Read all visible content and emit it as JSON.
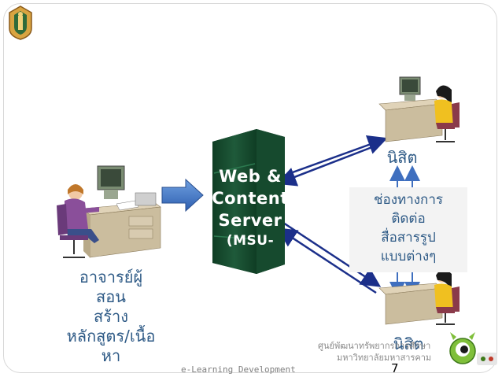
{
  "server": {
    "line1": "Web &",
    "line2": "Content",
    "line3": "Server",
    "line4": "(MSU-"
  },
  "teacher": {
    "lines": [
      "อาจารย์ผู้",
      "สอน",
      "สร้าง",
      "หลักสูตร/เนื้อ",
      "หา"
    ]
  },
  "students": {
    "top": "นิสิต",
    "bottom": "นิสิต"
  },
  "channel": {
    "lines": [
      "ช่องทางการ",
      "ติดต่อ",
      "สื่อสารรูป",
      "แบบต่างๆ"
    ]
  },
  "footer": {
    "text": "e-Learning Development",
    "page": "7",
    "org_line1": "ศูนย์พัฒนาทรัพยากรการศึกษา",
    "org_line2": "มหาวิทยาลัยมหาสารคาม"
  },
  "colors": {
    "server": "#1f5a3a",
    "arrow_line": "#1b2f8a",
    "callout_arrow": "#3f6fbf",
    "label_text": "#2e5a86"
  }
}
